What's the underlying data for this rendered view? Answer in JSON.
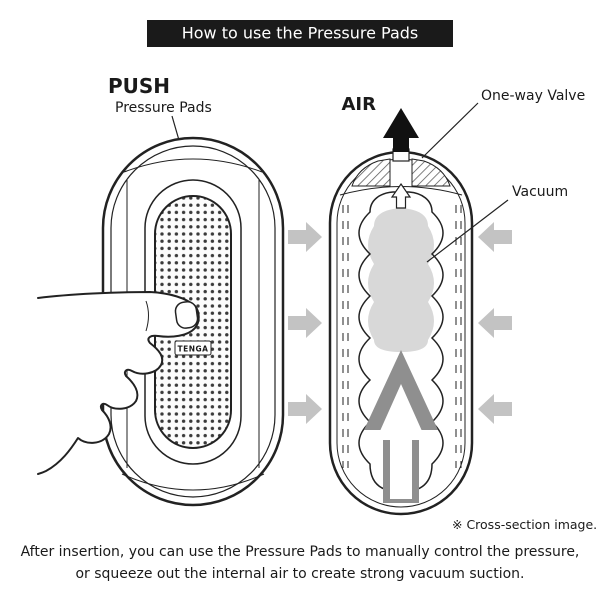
{
  "header": {
    "title": "How to use the Pressure Pads"
  },
  "left_figure": {
    "push_label": "PUSH",
    "pressure_pads_label": "Pressure Pads",
    "brand": "TENGA"
  },
  "right_figure": {
    "air_label": "AIR",
    "one_way_valve_label": "One-way Valve",
    "vacuum_label": "Vacuum",
    "cross_section_note": "※ Cross-section image."
  },
  "footer": {
    "line1": "After insertion, you can use the Pressure Pads to manually control the pressure,",
    "line2": "or squeeze out the internal air to create strong vacuum suction."
  },
  "colors": {
    "banner_bg": "#1a1a1a",
    "banner_text": "#ffffff",
    "outline": "#222222",
    "arrow_gray": "#c3c3c3",
    "vacuum_gray": "#d8d8d8",
    "air_dark_gray": "#8f8f8f",
    "air_arrow_black": "#111111"
  }
}
